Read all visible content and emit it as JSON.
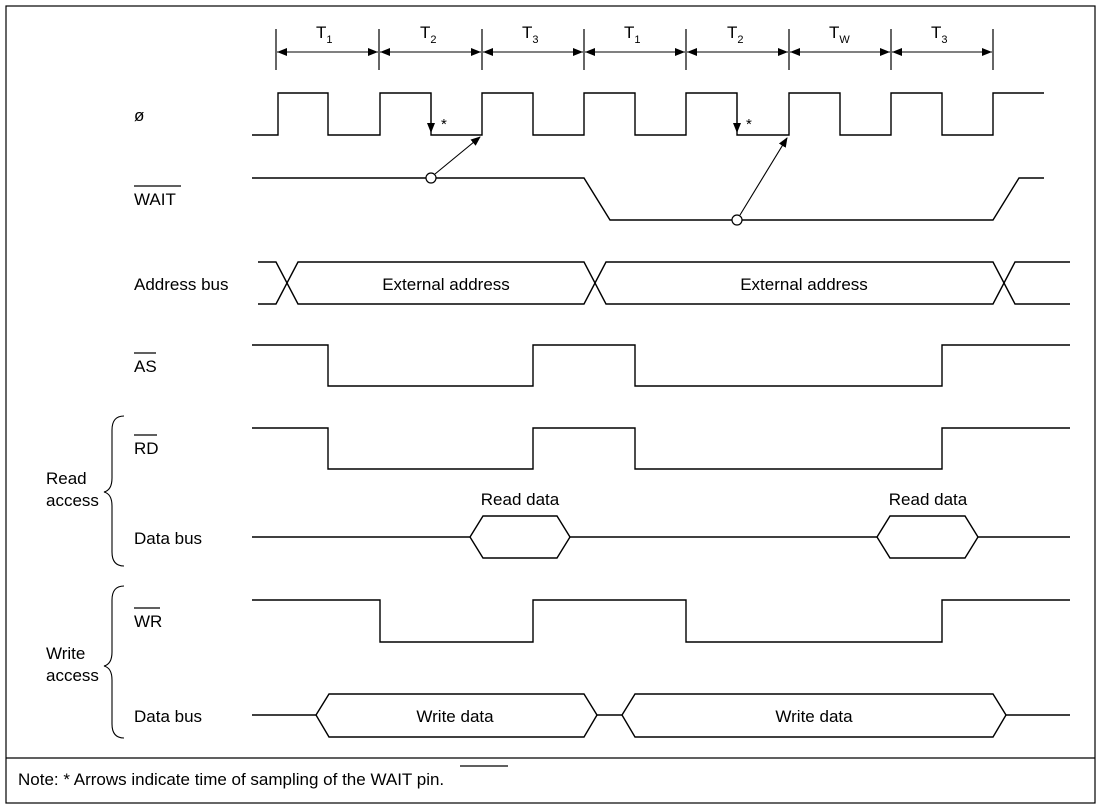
{
  "phases": [
    {
      "main": "T",
      "sub": "1"
    },
    {
      "main": "T",
      "sub": "2"
    },
    {
      "main": "T",
      "sub": "3"
    },
    {
      "main": "T",
      "sub": "1"
    },
    {
      "main": "T",
      "sub": "2"
    },
    {
      "main": "T",
      "sub": "W"
    },
    {
      "main": "T",
      "sub": "3"
    }
  ],
  "signals": {
    "phi": "ø",
    "wait": "WAIT",
    "address_bus": "Address bus",
    "as": "AS",
    "rd": "RD",
    "wr": "WR",
    "read_data_bus": "Data bus",
    "write_data_bus": "Data bus"
  },
  "groups": {
    "read_line1": "Read",
    "read_line2": "access",
    "write_line1": "Write",
    "write_line2": "access"
  },
  "bus_values": {
    "address1": "External address",
    "address2": "External address",
    "read1": "Read data",
    "read2": "Read data",
    "write1": "Write data",
    "write2": "Write data"
  },
  "sample_marker": "*",
  "note": {
    "prefix": "Note:  * Arrows indicate time of sampling of the ",
    "signal": "WAIT",
    "suffix": " pin."
  }
}
